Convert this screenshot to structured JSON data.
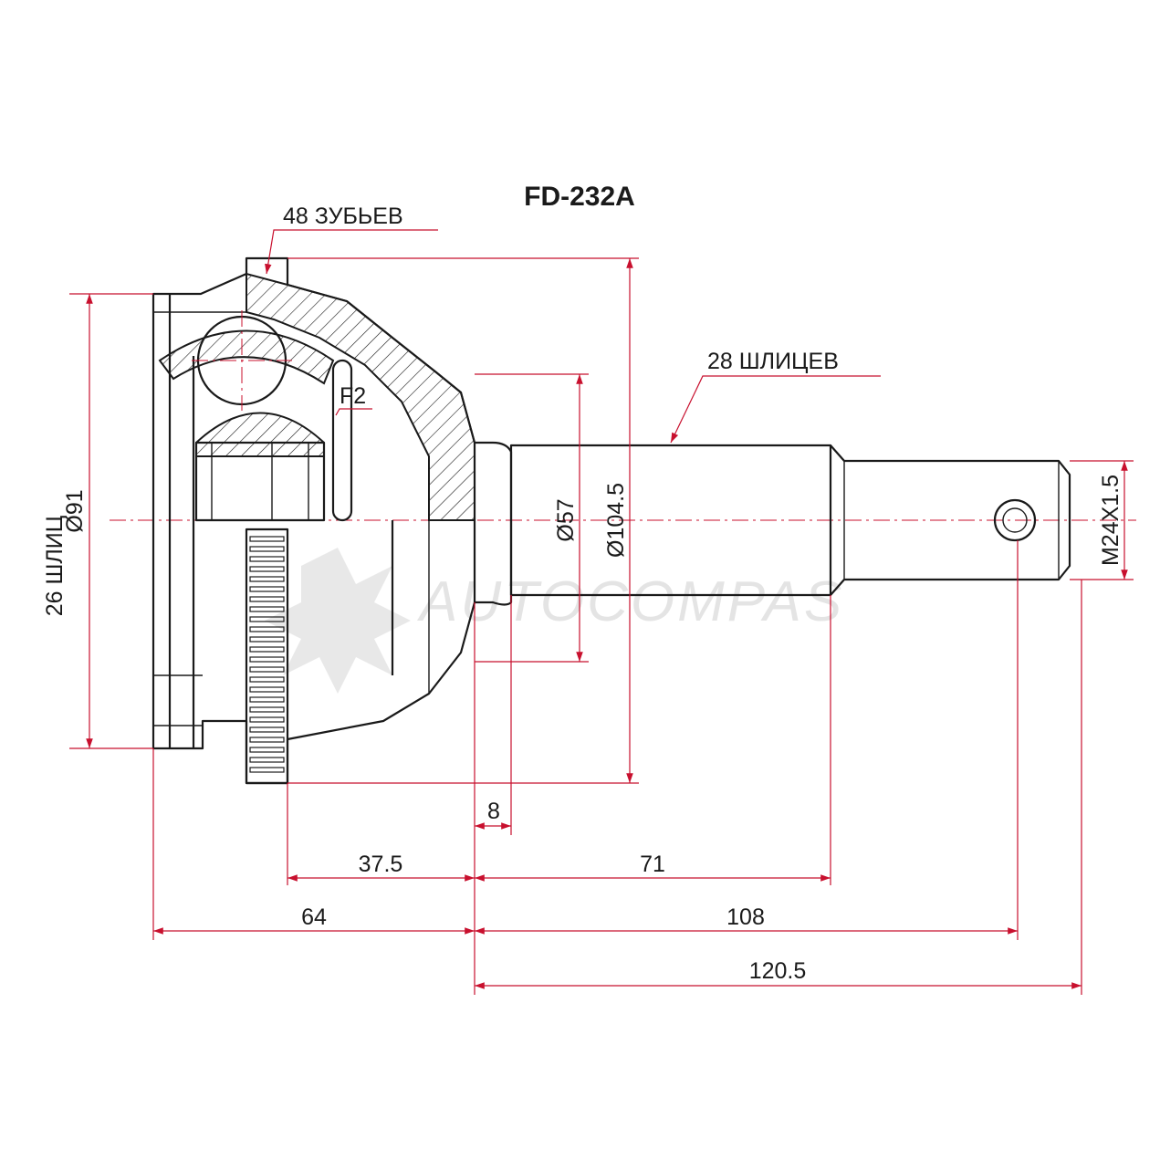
{
  "title": "FD-232A",
  "watermark": "AUTOCOMPAS",
  "labels": {
    "teeth": "48 ЗУБЬЕВ",
    "outer_splines": "28 ШЛИЦЕВ",
    "inner_splines": "26 ШЛИЦ",
    "f2": "F2"
  },
  "dimensions": {
    "d_outer": "Ø91",
    "d_shaft": "Ø57",
    "d_abs": "Ø104.5",
    "thread": "M24X1.5",
    "d8": "8",
    "d37_5": "37.5",
    "d71": "71",
    "d64": "64",
    "d108": "108",
    "d120_5": "120.5"
  },
  "colors": {
    "dimension": "#c8102e",
    "outline": "#1a1a1a",
    "watermark": "#cfcfcf"
  }
}
